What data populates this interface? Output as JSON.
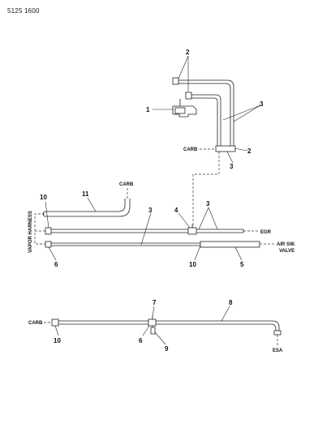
{
  "figure_code": "5125 1600",
  "labels": {
    "carb_top": "CARB",
    "carb_mid": "CARB",
    "carb_bottom": "CARB",
    "egr": "EGR",
    "air_sw_valve_line1": "AIR SW.",
    "air_sw_valve_line2": "VALVE",
    "vapor_harness": "VAPOR HARNESS",
    "esa": "ESA"
  },
  "callouts": {
    "c2_top": "2",
    "c1": "1",
    "c3_top": "3",
    "c2_right": "2",
    "c3_right": "3",
    "c10_left": "10",
    "c11": "11",
    "c3_mid": "3",
    "c4": "4",
    "c3_mid_right": "3",
    "c6_left": "6",
    "c10_mid": "10",
    "c5": "5",
    "c7": "7",
    "c8": "8",
    "c10_bottom": "10",
    "c6_bottom": "6",
    "c9": "9"
  }
}
